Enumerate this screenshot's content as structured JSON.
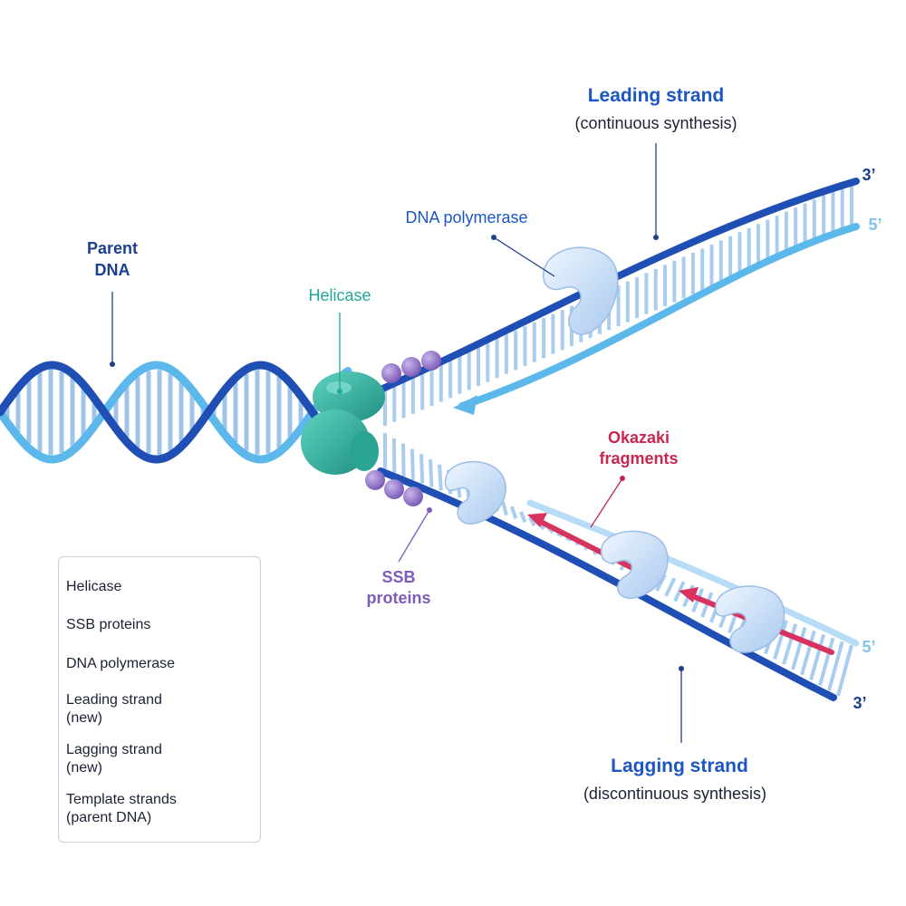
{
  "labels": {
    "parent_dna": "Parent\nDNA",
    "helicase": "Helicase",
    "dna_polymerase": "DNA polymerase",
    "leading_title": "Leading strand",
    "leading_sub": "(continuous synthesis)",
    "okazaki": "Okazaki\nfragments",
    "ssb": "SSB\nproteins",
    "lagging_title": "Lagging strand",
    "lagging_sub": "(discontinuous synthesis)",
    "top_3prime": "3’",
    "top_5prime": "5’",
    "bottom_5prime": "5’",
    "bottom_3prime": "3’"
  },
  "legend": {
    "items": [
      {
        "icon": "helicase-icon",
        "label": "Helicase"
      },
      {
        "icon": "ssb-protein-icon",
        "label": "SSB proteins"
      },
      {
        "icon": "dna-polymerase-icon",
        "label": "DNA polymerase"
      },
      {
        "icon": "leading-strand-line-icon",
        "label": "Leading strand\n(new)"
      },
      {
        "icon": "lagging-strand-line-icon",
        "label": "Lagging strand\n(new)"
      },
      {
        "icon": "template-strand-line-icon",
        "label": "Template strands\n(parent DNA)"
      }
    ]
  },
  "colors": {
    "dark_blue": "#1f4fb4",
    "light_blue": "#5cb8ea",
    "red": "#d8325f",
    "teal": "#2db5a2",
    "purple": "#8b6cc2",
    "label_navy": "#1c3f8f",
    "label_teal": "#22a89a",
    "label_red": "#c8274f",
    "label_purple": "#7d5bbd"
  }
}
